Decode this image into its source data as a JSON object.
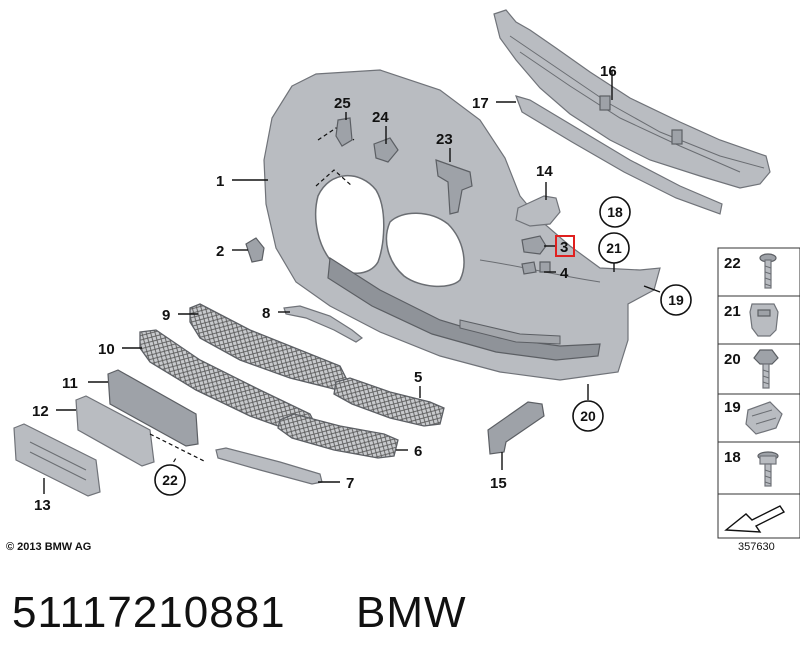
{
  "labels": {
    "l1": "1",
    "l2": "2",
    "l3": "3",
    "l4": "4",
    "l5": "5",
    "l6": "6",
    "l7": "7",
    "l8": "8",
    "l9": "9",
    "l10": "10",
    "l11": "11",
    "l12": "12",
    "l13": "13",
    "l14": "14",
    "l15": "15",
    "l16": "16",
    "l17": "17",
    "l18": "18",
    "l19": "19",
    "l20": "20",
    "l21": "21",
    "l22": "22",
    "l23": "23",
    "l24": "24",
    "l25": "25"
  },
  "circled": {
    "c18": "18",
    "c19": "19",
    "c20": "20",
    "c21": "21",
    "c22": "22"
  },
  "legend": [
    {
      "label": "22",
      "icon": "screw-icon"
    },
    {
      "label": "21",
      "icon": "expanding-nut-icon"
    },
    {
      "label": "20",
      "icon": "hex-screw-icon"
    },
    {
      "label": "19",
      "icon": "spring-nut-icon"
    },
    {
      "label": "18",
      "icon": "collar-screw-icon"
    }
  ],
  "highlighted_part": "3",
  "highlight_color": "#e0201f",
  "part_color": "#b9bcc1",
  "copyright": "© 2013 BMW AG",
  "diagram_number": "357630",
  "part_number": "51117210881",
  "brand": "BMW"
}
